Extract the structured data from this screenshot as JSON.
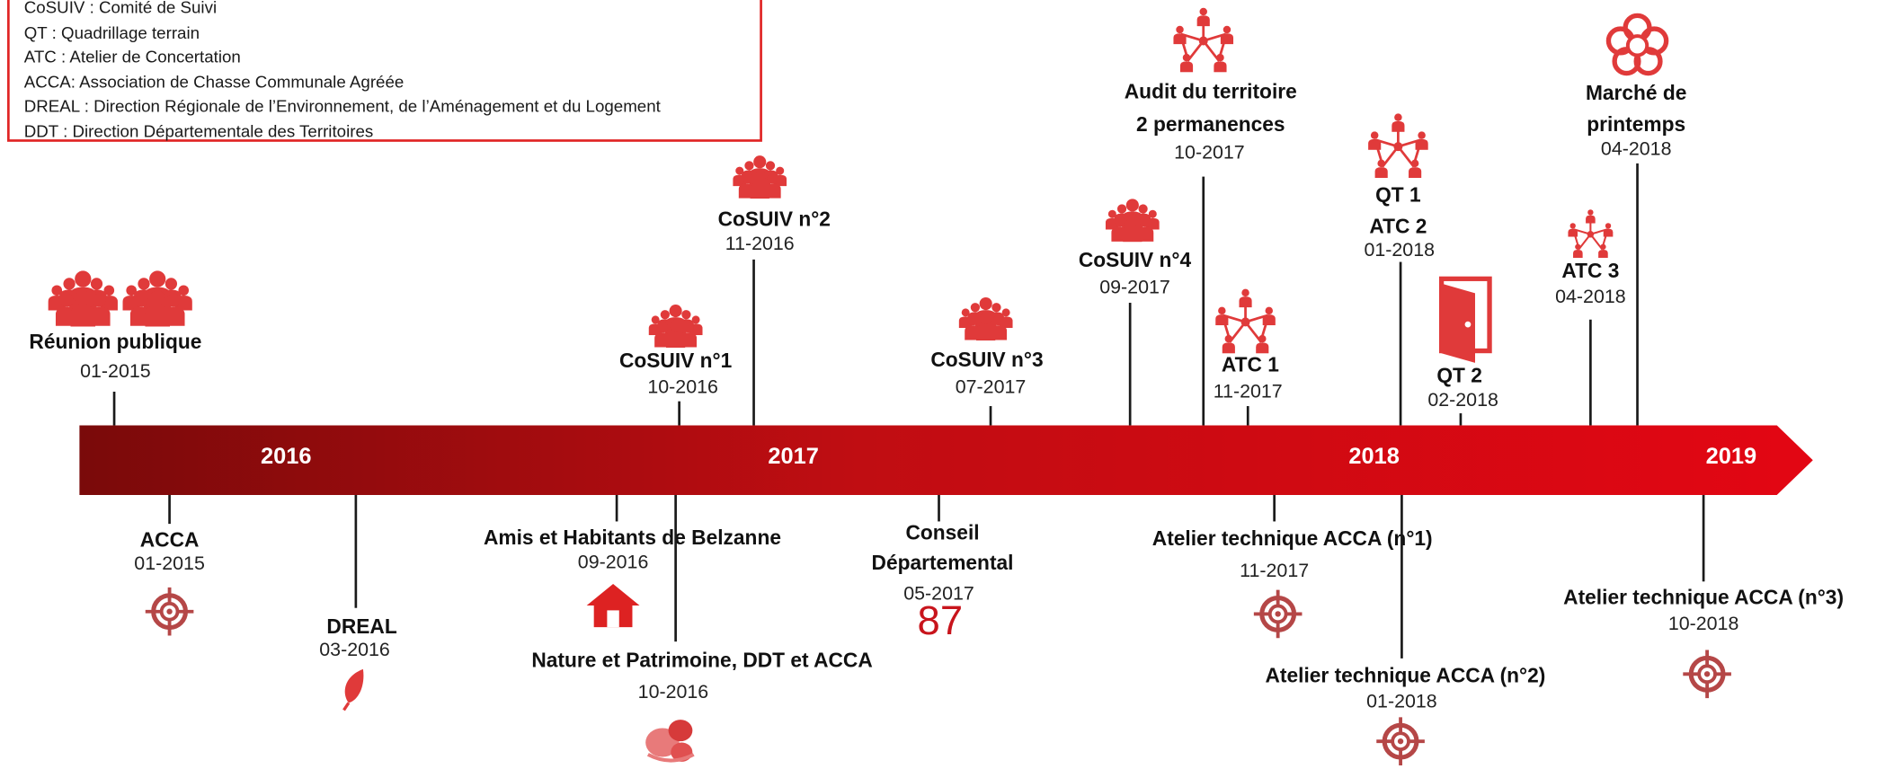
{
  "legend": {
    "lines": [
      "CoSUIV : Comité de Suivi",
      "QT : Quadrillage terrain",
      "ATC : Atelier  de Concertation",
      "ACCA: Association de Chasse Communale Agréée",
      "DREAL : Direction Régionale de l’Environnement, de l’Aménagement et du Logement",
      "DDT : Direction Départementale des Territoires"
    ]
  },
  "timeline": {
    "years": [
      "2016",
      "2017",
      "2018",
      "2019"
    ],
    "colors": {
      "bar_start": "#7a0a0a",
      "bar_end": "#e30613",
      "icon": "#e03a3a",
      "target": "#b54747"
    }
  },
  "events_above": [
    {
      "title": "Réunion publique",
      "date": "01-2015",
      "icon": "crowd-icon"
    },
    {
      "title": "CoSUIV n°1",
      "date": "10-2016",
      "icon": "group-icon"
    },
    {
      "title": "CoSUIV n°2",
      "date": "11-2016",
      "icon": "group-icon"
    },
    {
      "title": "CoSUIV n°3",
      "date": "07-2017",
      "icon": "group-icon"
    },
    {
      "title": "CoSUIV n°4",
      "date": "09-2017",
      "icon": "group-icon"
    },
    {
      "title": "Audit du territoire",
      "title2": "2 permanences",
      "date": "10-2017",
      "icon": "network-icon"
    },
    {
      "title": "ATC 1",
      "date": "11-2017",
      "icon": "network-icon"
    },
    {
      "title": "QT 1",
      "title2": "ATC 2",
      "date": "01-2018",
      "icon": "network-icon"
    },
    {
      "title": "QT 2",
      "date": "02-2018",
      "icon": "door-icon"
    },
    {
      "title": "ATC 3",
      "date": "04-2018",
      "icon": "network-icon"
    },
    {
      "title": "Marché de",
      "title2": "printemps",
      "date": "04-2018",
      "icon": "flower-icon"
    }
  ],
  "events_below": [
    {
      "title": "ACCA",
      "date": "01-2015",
      "icon": "target-icon"
    },
    {
      "title": "DREAL",
      "date": "03-2016",
      "icon": "leaf-icon"
    },
    {
      "title": "Amis et Habitants de Belzanne",
      "date": "09-2016",
      "icon": "house-icon"
    },
    {
      "title": "Nature et Patrimoine, DDT et ACCA",
      "date": "10-2016",
      "icon": "food-icon"
    },
    {
      "title": "Conseil",
      "title2": "Départemental",
      "date": "05-2017",
      "badge": "87"
    },
    {
      "title": "Atelier technique ACCA (n°1)",
      "date": "11-2017",
      "icon": "target-icon"
    },
    {
      "title": "Atelier technique ACCA (n°2)",
      "date": "01-2018",
      "icon": "target-icon"
    },
    {
      "title": "Atelier technique ACCA (n°3)",
      "date": "10-2018",
      "icon": "target-icon"
    }
  ]
}
